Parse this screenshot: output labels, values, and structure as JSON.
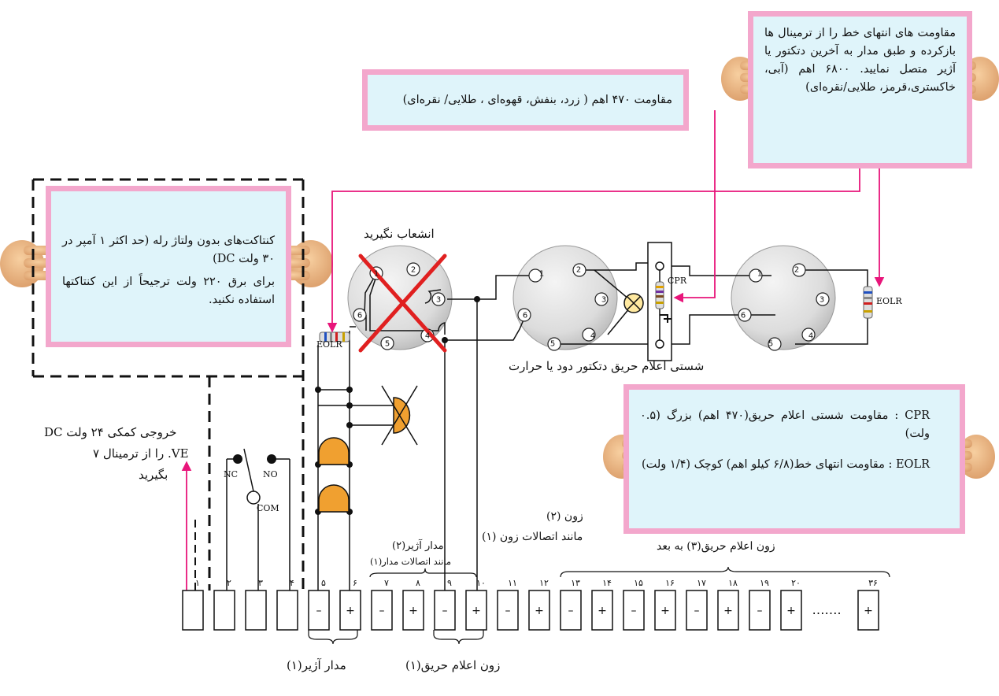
{
  "notes": {
    "no_voltage_contacts": "کنتاکت‌های بدون ولتاژ رله (حد اکثر ۱ آمپر در ۳۰ ولت DC)",
    "no_mains_use": "برای برق ۲۲۰ ولت ترجیحاً از این کنتاکتها استفاده نکنید.",
    "resistor_470": "مقاومت ۴۷۰ اهم ( زرد، بنفش، قهوه‌ای ، طلایی/ نقره‌ای)",
    "eol_resistors": "مقاومت های انتهای خط را از ترمینال ها بازکرده و طبق مدار به آخرین دتکتور یا آژیر متصل نمایید. ۶۸۰۰ اهم (آبی، خاکستری،قرمز، طلایی/نقره‌ای)",
    "cpr_def": "CPR : مقاومت شستی اعلام حریق(۴۷۰ اهم) بزرگ (۰.۵ ولت)",
    "eolr_def": "EOLR : مقاومت انتهای خط(۶/۸ کیلو اهم) کوچک (۱/۴ ولت)"
  },
  "labels": {
    "no_branch": "انشعاب نگیرید",
    "cpr": "CPR",
    "eolr": "EOLR",
    "detectors_caption": "شستی اعلام حریق دتکتور دود یا حرارت",
    "aux_output_line1": "خروجی کمکی ۲۴ ولت DC",
    "aux_output_line2": "VE. را از ترمینال ۷",
    "aux_output_line3": "بگیرید",
    "nc": "NC",
    "no": "NO",
    "com": "COM",
    "siren2_line1": "مدار آژیر(۲)",
    "siren2_line2": "مانند اتصالات مدار(۱)",
    "zone2_line1": "زون (۲)",
    "zone2_line2": "مانند اتصالات زون (۱)",
    "zone3": "زون اعلام حریق(۳) به بعد",
    "siren1": "مدار آژیر(۱)",
    "zone1": "زون اعلام حریق(۱)",
    "ellipsis": "……."
  },
  "terminals": [
    {
      "num": "۱",
      "sign": ""
    },
    {
      "num": "۲",
      "sign": ""
    },
    {
      "num": "۳",
      "sign": ""
    },
    {
      "num": "۴",
      "sign": ""
    },
    {
      "num": "۵",
      "sign": "–"
    },
    {
      "num": "۶",
      "sign": "+"
    },
    {
      "num": "۷",
      "sign": "–"
    },
    {
      "num": "۸",
      "sign": "+"
    },
    {
      "num": "۹",
      "sign": "–"
    },
    {
      "num": "۱۰",
      "sign": "+"
    },
    {
      "num": "۱۱",
      "sign": "–"
    },
    {
      "num": "۱۲",
      "sign": "+"
    },
    {
      "num": "۱۳",
      "sign": "–"
    },
    {
      "num": "۱۴",
      "sign": "+"
    },
    {
      "num": "۱۵",
      "sign": "–"
    },
    {
      "num": "۱۶",
      "sign": "+"
    },
    {
      "num": "۱۷",
      "sign": "–"
    },
    {
      "num": "۱۸",
      "sign": "+"
    },
    {
      "num": "۱۹",
      "sign": "–"
    },
    {
      "num": "۲۰",
      "sign": "+"
    },
    {
      "num": "۳۶",
      "sign": "+"
    }
  ],
  "detector_pins": [
    "1",
    "2",
    "3",
    "4",
    "5",
    "6"
  ],
  "colors": {
    "note_bg": "#dff4fa",
    "note_border": "#f3a7cc",
    "pointer": "#e8157a",
    "cross": "#e02020",
    "siren": "#f0a030"
  }
}
